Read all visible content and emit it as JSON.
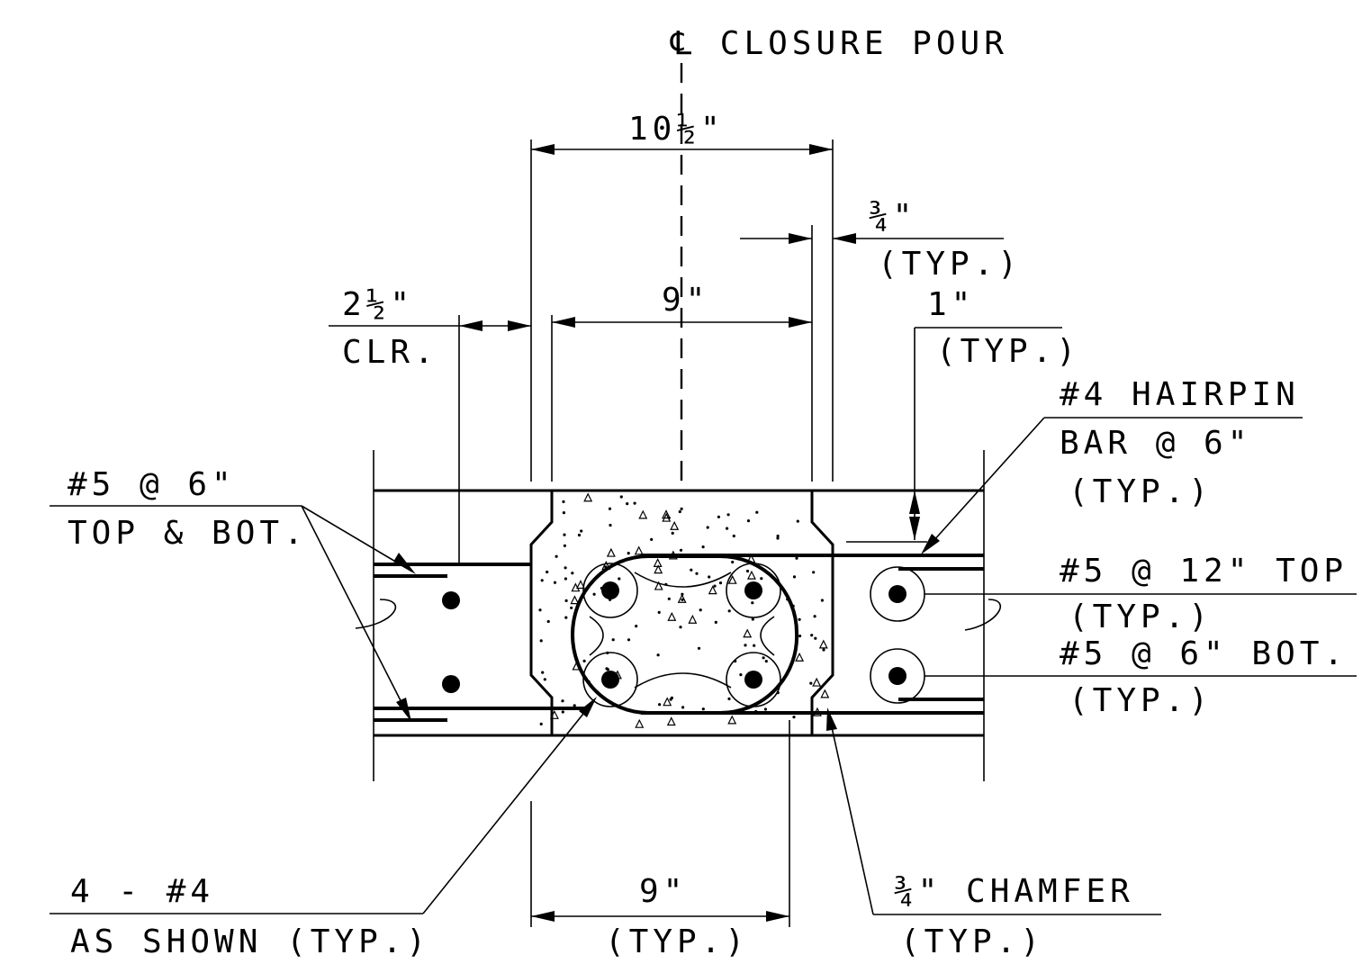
{
  "labels": {
    "centerline": "℄ CLOSURE POUR",
    "dim_top_overall": "10½\"",
    "dim_top_inner": "9\"",
    "dim_bottom": "9\"",
    "dim_bottom_typ": "(TYP.)",
    "clr_value": "2½\"",
    "clr_text": "CLR.",
    "gap_value": "¾\"",
    "gap_typ": "(TYP.)",
    "cover_value": "1\"",
    "cover_typ": "(TYP.)",
    "hairpin_1": "#4 HAIRPIN",
    "hairpin_2": "BAR @ 6\"",
    "hairpin_3": "(TYP.)",
    "left_bar_1": "#5 @ 6\"",
    "left_bar_2": "TOP & BOT.",
    "right_top_1": "#5 @ 12\" TOP",
    "right_top_2": "(TYP.)",
    "right_bot_1": "#5 @ 6\" BOT.",
    "right_bot_2": "(TYP.)",
    "bars_1": "4 - #4",
    "bars_2": "AS SHOWN (TYP.)",
    "chamfer_1": "¾\" CHAMFER",
    "chamfer_2": "(TYP.)"
  }
}
